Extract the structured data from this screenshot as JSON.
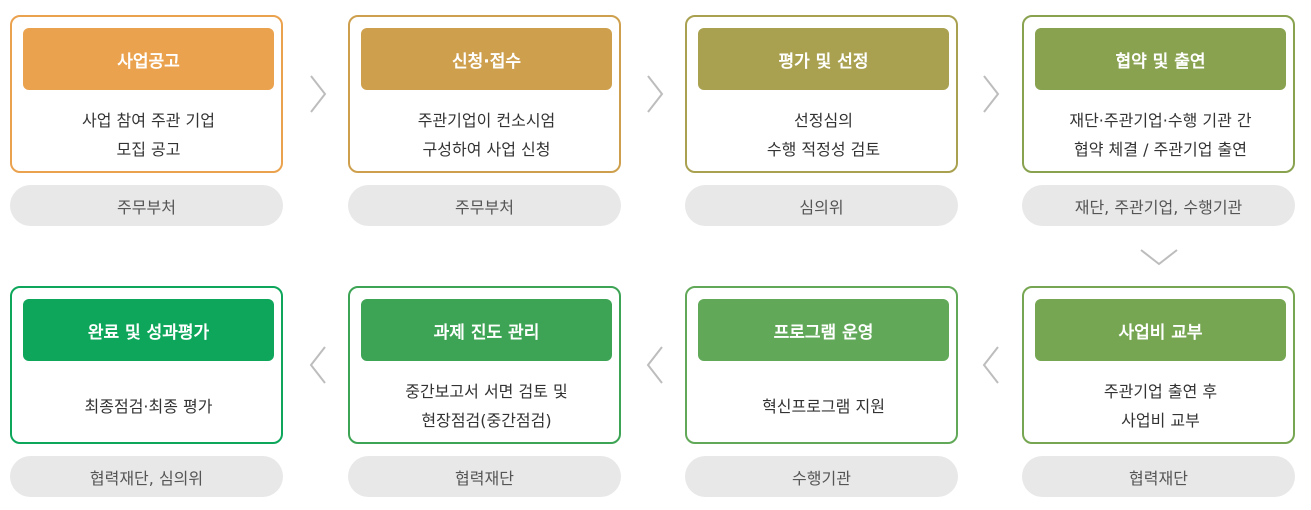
{
  "steps": [
    {
      "title": "사업공고",
      "desc1": "사업 참여 주관 기업",
      "desc2": "모집 공고",
      "actor": "주무부처",
      "color": "#EBA24E"
    },
    {
      "title": "신청·접수",
      "desc1": "주관기업이 컨소시엄",
      "desc2": "구성하여 사업 신청",
      "actor": "주무부처",
      "color": "#CEA04E"
    },
    {
      "title": "평가 및 선정",
      "desc1": "선정심의",
      "desc2": "수행 적정성 검토",
      "actor": "심의위",
      "color": "#A9A150"
    },
    {
      "title": "협약 및 출연",
      "desc1": "재단·주관기업·수행 기관 간",
      "desc2": "협약 체결 / 주관기업 출연",
      "actor": "재단, 주관기업, 수행기관",
      "color": "#88A24F"
    },
    {
      "title": "사업비 교부",
      "desc1": "주관기업 출연 후",
      "desc2": "사업비 교부",
      "actor": "협력재단",
      "color": "#76A651"
    },
    {
      "title": "프로그램 운영",
      "desc1": "혁신프로그램 지원",
      "desc2": "",
      "actor": "수행기관",
      "color": "#61A958"
    },
    {
      "title": "과제 진도 관리",
      "desc1": "중간보고서 서면 검토 및",
      "desc2": "현장점검(중간점검)",
      "actor": "협력재단",
      "color": "#3DA455"
    },
    {
      "title": "완료 및 성과평가",
      "desc1": "최종점검·최종 평가",
      "desc2": "",
      "actor": "협력재단, 심의위",
      "color": "#0DA65A"
    }
  ],
  "arrow_color": "#bdbdbd"
}
